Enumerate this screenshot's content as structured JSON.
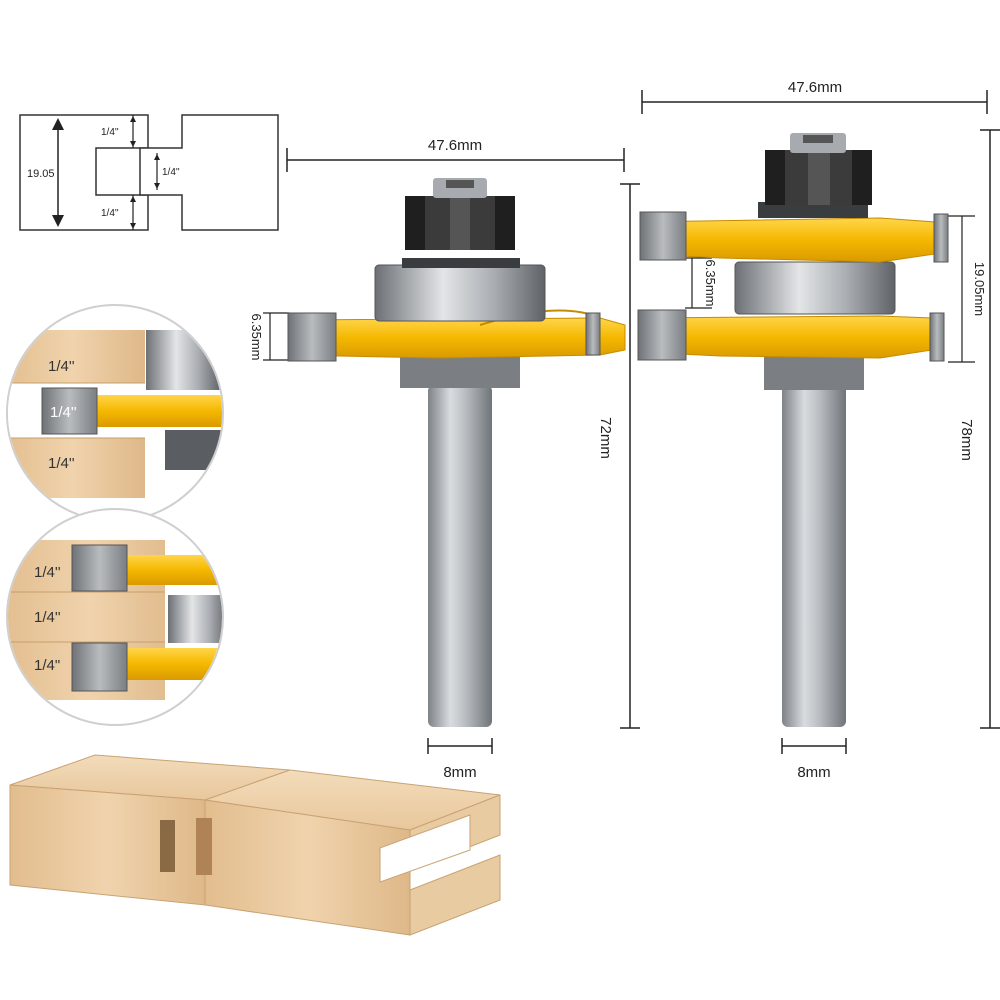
{
  "profile_diagram": {
    "label_total": "19.05",
    "label_top": "1/4''",
    "label_bottom": "1/4''",
    "label_tongue": "1/4''"
  },
  "left_bit": {
    "width_label": "47.6mm",
    "cutter_thickness_label": "6.35mm",
    "height_label": "72mm",
    "shank_label": "8mm"
  },
  "right_bit": {
    "width_label": "47.6mm",
    "gap_label": "6.35mm",
    "span_label": "19.05mm",
    "height_label": "78mm",
    "shank_label": "8mm"
  },
  "detail_upper": {
    "labels": [
      "1/4''",
      "1/4''",
      "1/4''"
    ]
  },
  "detail_lower": {
    "labels": [
      "1/4''",
      "1/4''",
      "1/4\""
    ]
  },
  "colors": {
    "yellow": "#f5b800",
    "wood": "#e6c49a",
    "steel": "#9ea3a8",
    "nut": "#1f1f1f"
  }
}
